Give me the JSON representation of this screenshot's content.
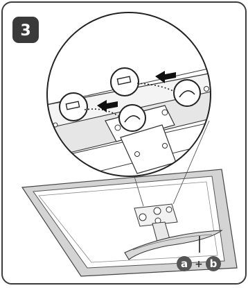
{
  "step": {
    "number": "3"
  },
  "labels": {
    "part_a": "a",
    "part_b": "b",
    "plus": "+"
  },
  "colors": {
    "frame": "#3c3c3c",
    "step_badge": "#3a3a3a",
    "label_badge": "#555555",
    "line": "#222222",
    "tv_panel": "#d4d4d4"
  }
}
